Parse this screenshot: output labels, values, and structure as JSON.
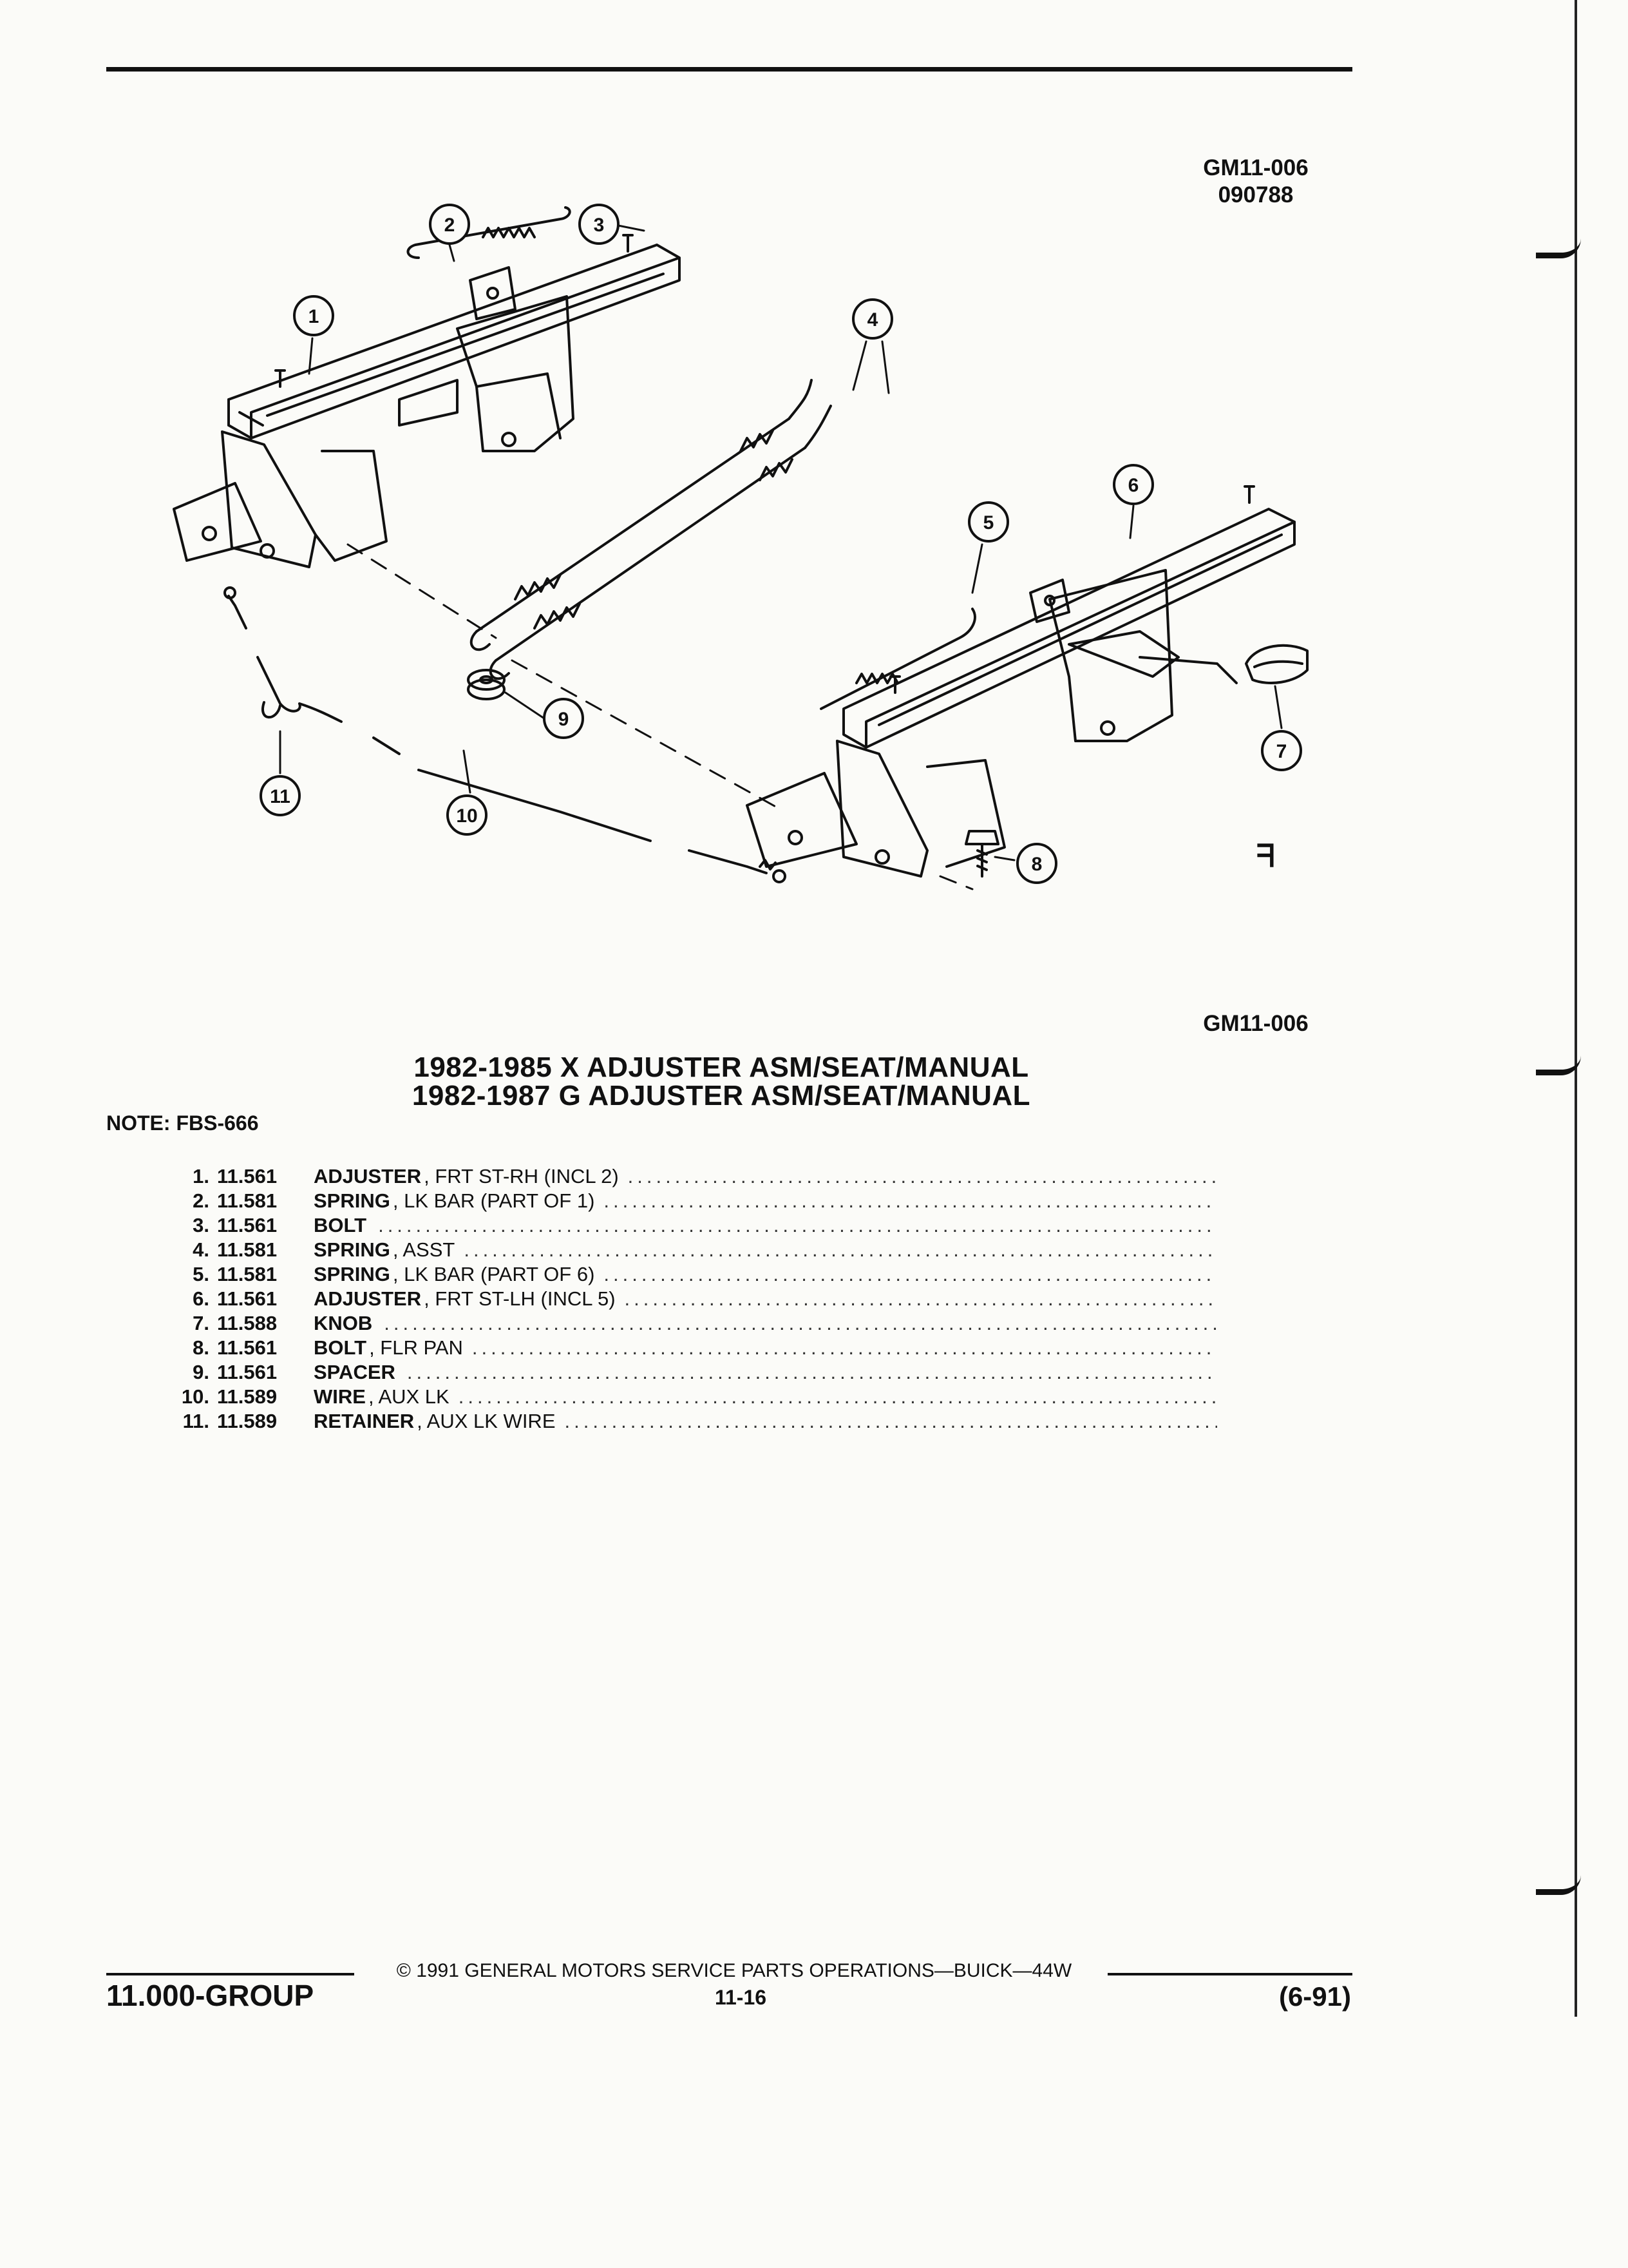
{
  "header": {
    "code_top": "GM11-006",
    "code_sub": "090788"
  },
  "figure": {
    "code_bottom": "GM11-006",
    "callouts": [
      "1",
      "2",
      "3",
      "4",
      "5",
      "6",
      "7",
      "8",
      "9",
      "10",
      "11"
    ],
    "mark": "ᖷ"
  },
  "title": {
    "line1": "1982-1985 X ADJUSTER ASM/SEAT/MANUAL",
    "line2": "1982-1987 G ADJUSTER ASM/SEAT/MANUAL"
  },
  "note": "NOTE:  FBS-666",
  "parts": [
    {
      "num": "1.",
      "group": "11.561",
      "name": "ADJUSTER",
      "desc": ", FRT ST-RH (INCL 2)"
    },
    {
      "num": "2.",
      "group": "11.581",
      "name": "SPRING",
      "desc": ", LK BAR (PART OF 1)"
    },
    {
      "num": "3.",
      "group": "11.561",
      "name": "BOLT",
      "desc": ""
    },
    {
      "num": "4.",
      "group": "11.581",
      "name": "SPRING",
      "desc": ", ASST"
    },
    {
      "num": "5.",
      "group": "11.581",
      "name": "SPRING",
      "desc": ", LK BAR (PART OF 6)"
    },
    {
      "num": "6.",
      "group": "11.561",
      "name": "ADJUSTER",
      "desc": ", FRT ST-LH (INCL 5)"
    },
    {
      "num": "7.",
      "group": "11.588",
      "name": "KNOB",
      "desc": ""
    },
    {
      "num": "8.",
      "group": "11.561",
      "name": "BOLT",
      "desc": ", FLR PAN"
    },
    {
      "num": "9.",
      "group": "11.561",
      "name": "SPACER",
      "desc": ""
    },
    {
      "num": "10.",
      "group": "11.589",
      "name": "WIRE",
      "desc": ", AUX LK"
    },
    {
      "num": "11.",
      "group": "11.589",
      "name": "RETAINER",
      "desc": ", AUX LK WIRE"
    }
  ],
  "footer": {
    "copyright": "©  1991  GENERAL MOTORS SERVICE PARTS OPERATIONS—BUICK—44W",
    "page": "11-16",
    "group": "11.000-GROUP",
    "date": "(6-91)"
  }
}
